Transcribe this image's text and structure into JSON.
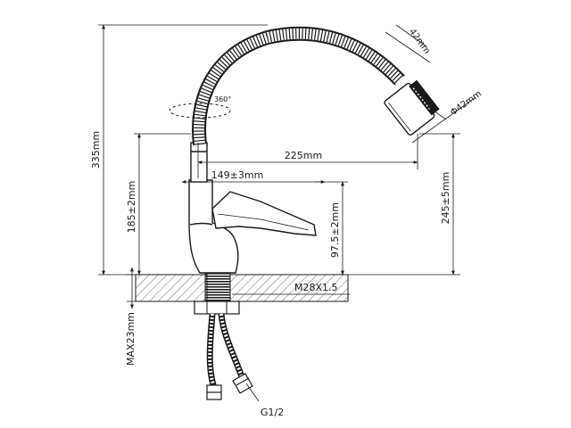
{
  "dimensions": {
    "total_height": "335mm",
    "spout_height": "185±2mm",
    "reach": "225mm",
    "handle_length": "149±3mm",
    "handle_height": "97.5±2mm",
    "outlet_height": "245±5mm",
    "head_length": "42mm",
    "head_diameter": "Φ42mm",
    "rotation": "360°",
    "thread": "M28X1.5",
    "max_counter": "MAX23mm",
    "hose_thread": "G1/2"
  },
  "colors": {
    "line": "#1a1a1a",
    "hatch": "#444444",
    "background": "#ffffff"
  }
}
